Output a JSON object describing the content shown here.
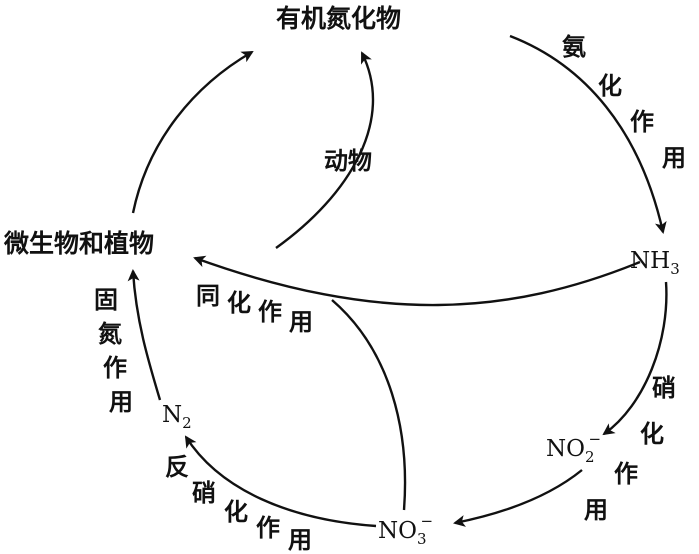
{
  "nodes": {
    "organic_n": "有机氮化物",
    "microbes_plants": "微生物和植物",
    "animals": "动物",
    "nh3": {
      "base": "NH",
      "sub": "3"
    },
    "no2": {
      "base": "NO",
      "sub": "2",
      "sup": "−"
    },
    "no3": {
      "base": "NO",
      "sub": "3",
      "sup": "−"
    },
    "n2": {
      "base": "N",
      "sub": "2"
    }
  },
  "processes": {
    "ammonification": [
      "氨",
      "化",
      "作",
      "用"
    ],
    "nitrification": [
      "硝",
      "化",
      "作",
      "用"
    ],
    "denitrification": [
      "反",
      "硝",
      "化",
      "作",
      "用"
    ],
    "assimilation": [
      "同",
      "化",
      "作",
      "用"
    ],
    "fixation": [
      "固",
      "氮",
      "作",
      "用"
    ]
  }
}
